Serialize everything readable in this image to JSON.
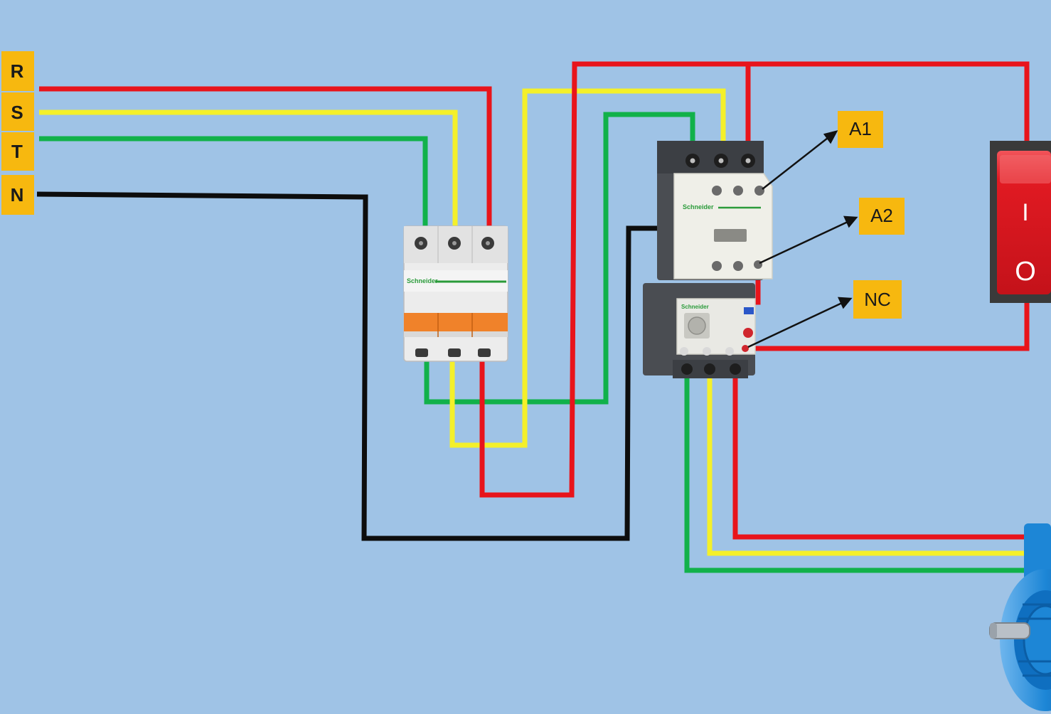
{
  "background_color": "#9fc3e6",
  "phase_labels": [
    "R",
    "S",
    "T",
    "N"
  ],
  "terminal_labels": {
    "a1": "A1",
    "a2": "A2",
    "nc": "NC"
  },
  "breaker": {
    "brand": "Schneider"
  },
  "contactor": {
    "brand": "Schneider"
  },
  "relay": {
    "brand": "Schneider"
  },
  "switch": {
    "on_symbol": "I",
    "off_symbol": "O"
  },
  "colors": {
    "wire_r": "#e8141b",
    "wire_s": "#f4f02a",
    "wire_t": "#11b14a",
    "wire_n": "#0d0d0d",
    "label_bg": "#f7b80f",
    "device_body": "#ececec",
    "device_dark": "#4a4d52",
    "breaker_handle": "#f0822a",
    "switch_red": "#e11a22",
    "motor_blue": "#1d86d6"
  }
}
